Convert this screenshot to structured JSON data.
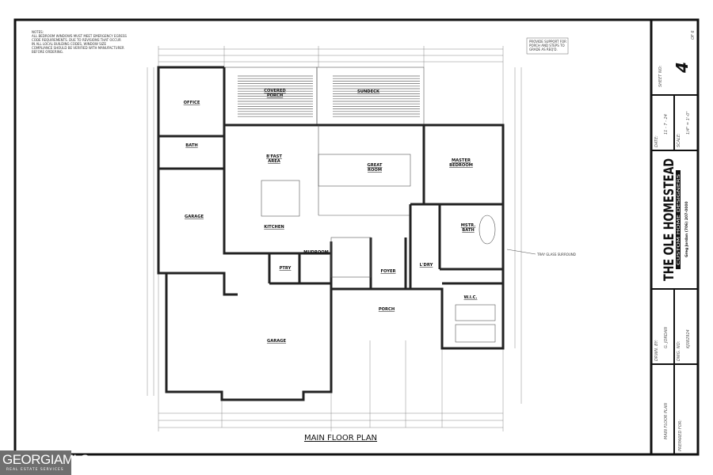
{
  "notes": {
    "heading": "NOTES:",
    "lines": [
      "ALL BEDROOM WINDOWS MUST MEET EMERGENCY EGRESS",
      "CODE REQUIREMENTS. DUE TO REVISIONS THAT OCCUR",
      "IN ALL LOCAL BUILDING CODES, WINDOW SIZE",
      "COMPLIANCE SHOULD BE VERIFIED WITH MANUFACTURER",
      "BEFORE ORDERING."
    ]
  },
  "top_note": [
    "PROVIDE SUPPORT FOR",
    "PORCH AND STEPS TO",
    "GRADE AS REQ'D."
  ],
  "rooms": {
    "office": "OFFICE",
    "bath": "BATH",
    "garage_upper": "GARAGE",
    "covered_porch_1": "COVERED",
    "covered_porch_2": "PORCH",
    "sundeck": "SUNDECK",
    "bfast_1": "B'FAST",
    "bfast_2": "AREA",
    "great_room_1": "GREAT",
    "great_room_2": "ROOM",
    "master_bedroom_1": "MASTER",
    "master_bedroom_2": "BEDROOM",
    "kitchen": "KITCHEN",
    "mstr_bath_1": "MSTR.",
    "mstr_bath_2": "BATH",
    "mudroom": "MUDROOM",
    "ptry": "PTRY",
    "foyer": "FOYER",
    "ldry": "L'DRY",
    "wic": "W.I.C.",
    "porch": "PORCH",
    "garage_front": "GARAGE"
  },
  "callouts": {
    "tray_glass": "TRAY GLASS SURROUND"
  },
  "plan_title": "MAIN FLOOR PLAN",
  "title_block": {
    "sheet_label": "SHEET NO:",
    "sheet_number": "4",
    "sheet_of": "OF 6",
    "date_label": "DATE:",
    "date_value": "11 - 7 - 24",
    "scale_label": "SCALE:",
    "scale_value": "1/4\" = 1'-0\"",
    "company_name": "THE OLE HOMESTEAD",
    "company_sub": "CUSTOM HOME DESIGNERS",
    "company_contact": "Greg Jordan (706) 207-0000",
    "drawn_by_label": "DRWN. BY:",
    "drawn_by_value": "G. JORDAN",
    "dwg_no_label": "DWG. NO:",
    "dwg_no_value": "KJ082924",
    "plan_name": "MAIN FLOOR PLAN",
    "prepared_for_label": "PREPARED FOR:"
  },
  "watermark": {
    "brand": "GEORGIAMLS",
    "tagline": "REAL ESTATE SERVICES"
  }
}
